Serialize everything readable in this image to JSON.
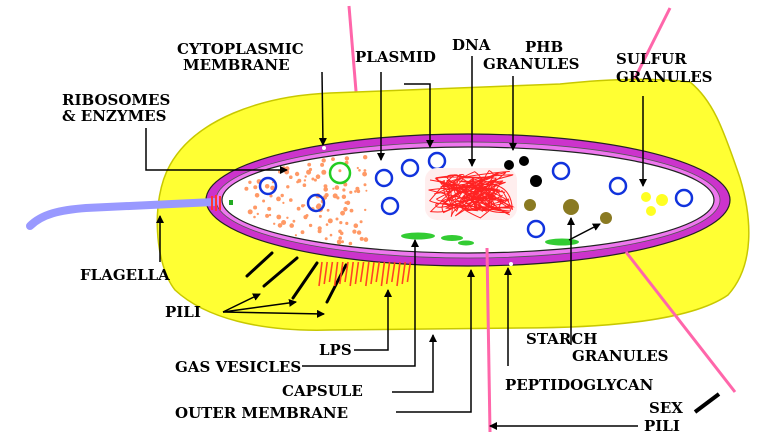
{
  "labels": {
    "cytoplasmic_1": "CYTOPLASMIC",
    "cytoplasmic_2": "MEMBRANE",
    "plasmid": "PLASMID",
    "dna": "DNA",
    "phb_1": "PHB",
    "phb_2": "GRANULES",
    "sulfur_1": "SULFUR",
    "sulfur_2": "GRANULES",
    "ribosomes_1": "RIBOSOMES",
    "ribosomes_2": "& ENZYMES",
    "flagella": "FLAGELLA",
    "pili": "PILI",
    "gas_vesicles": "GAS VESICLES",
    "lps": "LPS",
    "capsule": "CAPSULE",
    "outer_membrane": "OUTER MEMBRANE",
    "starch_1": "STARCH",
    "starch_2": "GRANULES",
    "peptidoglycan": "PEPTIDOGLYCAN",
    "sex_pili_1": "SEX",
    "sex_pili_2": "PILI"
  },
  "colors": {
    "capsule": "#ffff33",
    "outer_membrane": "#cc33cc",
    "cytoplasm": "#ffffff",
    "ribosome_dots": "#ff9966",
    "plasmid_rings": "#1133dd",
    "dna": "#ff2222",
    "flagellum": "#9999ff",
    "sex_pili": "#ff66aa",
    "gas_vesicles": "#33cc33"
  }
}
